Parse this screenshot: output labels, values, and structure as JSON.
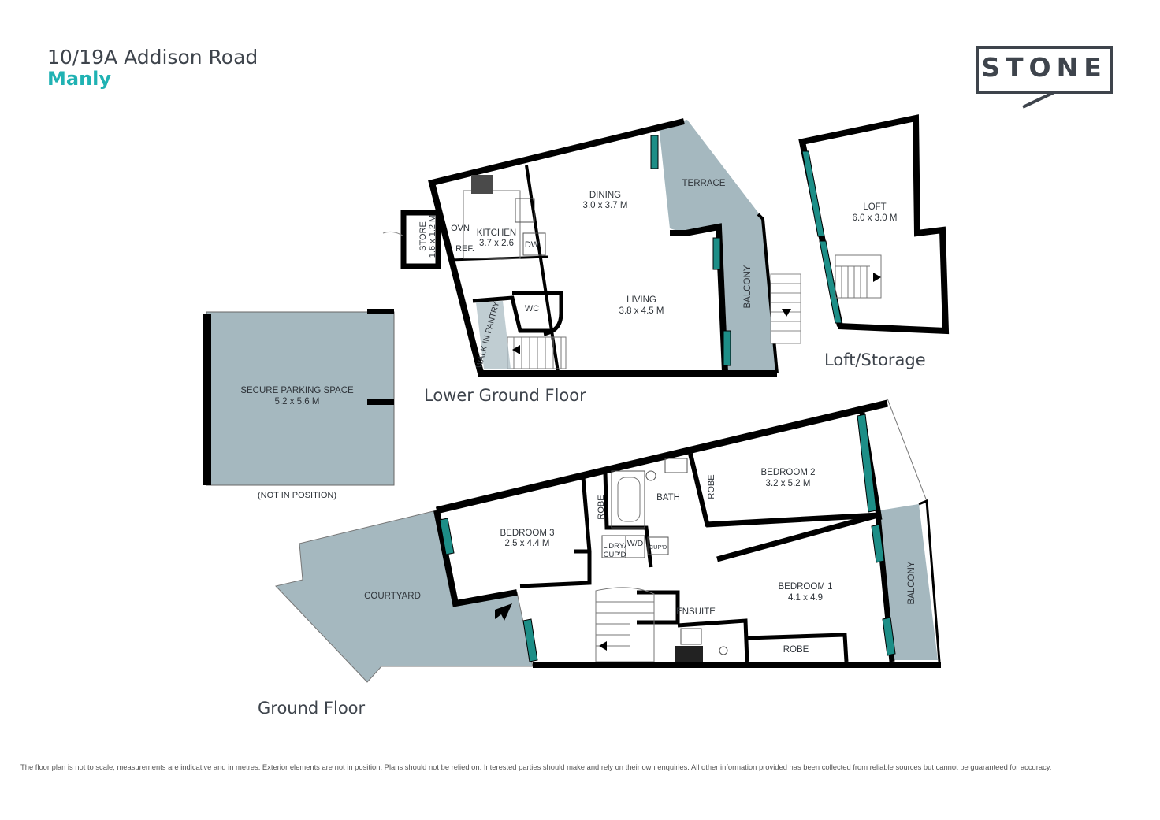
{
  "header": {
    "address": "10/19A Addison Road",
    "suburb": "Manly"
  },
  "brand": {
    "logo_text": "STONE"
  },
  "colors": {
    "wall": "#000000",
    "outdoor": "#a5b8bf",
    "window": "#1d8e87",
    "accent": "#20b2b3",
    "text": "#3e444c"
  },
  "floors": {
    "lower_ground": "Lower Ground Floor",
    "loft": "Loft/Storage",
    "ground": "Ground Floor"
  },
  "rooms": {
    "dining": {
      "name": "DINING",
      "size": "3.0 x 3.7 M"
    },
    "living": {
      "name": "LIVING",
      "size": "3.8 x 4.5 M"
    },
    "kitchen": {
      "name": "KITCHEN",
      "size": "3.7 x 2.6"
    },
    "store": {
      "name": "STORE",
      "size": "1.6 x 1.2 M"
    },
    "terrace": "TERRACE",
    "balcony_lower": "BALCONY",
    "ovn": "OVN",
    "ref": "REF.",
    "dw": "DW",
    "wc": "WC",
    "pantry": "WALK IN PANTRY",
    "loft": {
      "name": "LOFT",
      "size": "6.0 x 3.0 M"
    },
    "parking": {
      "name": "SECURE PARKING SPACE",
      "size": "5.2 x 5.6 M",
      "note": "(NOT IN POSITION)"
    },
    "bedroom1": {
      "name": "BEDROOM 1",
      "size": "4.1 x 4.9"
    },
    "bedroom2": {
      "name": "BEDROOM 2",
      "size": "3.2 x 5.2 M"
    },
    "bedroom3": {
      "name": "BEDROOM 3",
      "size": "2.5 x 4.4 M"
    },
    "bath": "BATH",
    "ensuite": "ENSUITE",
    "robe": "ROBE",
    "courtyard": "COURTYARD",
    "balcony_ground": "BALCONY",
    "ldry": "L'DRY/",
    "ldry2": "CUP'D",
    "wd": "W/D",
    "cupd": "CUP'D"
  },
  "disclaimer": "The floor plan is not to scale; measurements are indicative and in metres. Exterior elements are not in position. Plans should not be relied on. Interested parties should make and rely on their own enquiries. All other information provided has been collected from reliable sources but cannot be guaranteed for accuracy."
}
